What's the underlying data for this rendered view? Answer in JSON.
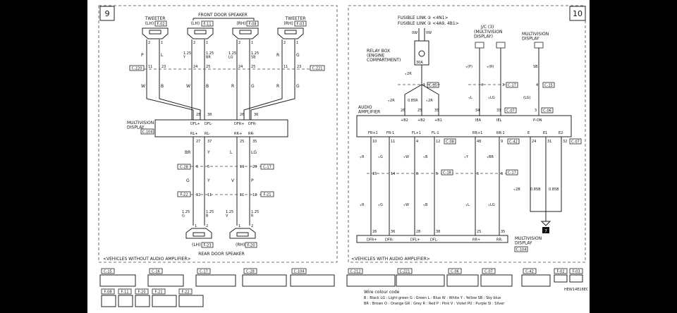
{
  "left_panel": {
    "panel_number": "9",
    "tweeter_lh": "TWEETER",
    "tweeter_lh_sub": "(LH)",
    "tweeter_lh_conn": "F-02",
    "front_door_speaker": "FRONT DOOR SPEAKER",
    "fds_lh": "(LH)",
    "fds_lh_conn": "F-11",
    "fds_rh": "(RH)",
    "fds_rh_conn": "F-08",
    "tweeter_rh": "TWEETER",
    "tweeter_rh_sub": "(RH)",
    "tweeter_rh_conn": "F-03",
    "pin_nums": [
      "2",
      "1",
      "2",
      "1",
      "2",
      "1",
      "2",
      "1"
    ],
    "wire_colors_top": [
      "P",
      "L",
      "1.25\nY",
      "1.25\nBR",
      "1.25\nLG",
      "1.25\nSB",
      "R",
      "G"
    ],
    "junction_left_pins": [
      "11",
      "23",
      "24",
      "25",
      "24",
      "25",
      "11",
      "23"
    ],
    "junction_left_conn": "C-220",
    "junction_right_conn": "C-221",
    "wire_colors_mid": [
      "W",
      "B",
      "W",
      "B",
      "R",
      "G",
      "R",
      "G"
    ],
    "mvd_pins_top": [
      "28",
      "38",
      "26",
      "36"
    ],
    "mvd_labels_top": [
      "DFL+",
      "DFL-",
      "DFR+",
      "DFR-"
    ],
    "mvd_title": "MULTIVISION\nDISPLAY",
    "mvd_conn": "C-104",
    "mvd_labels_bottom": [
      "RL+",
      "RL-",
      "RR+",
      "RR-"
    ],
    "mvd_pins_bottom": [
      "27",
      "37",
      "25",
      "35"
    ],
    "rear_colors_1": [
      "BR",
      "Y",
      "L",
      "LG"
    ],
    "rear_junction_a_pins": [
      "6",
      "5",
      "19",
      "20"
    ],
    "rear_junction_a_left": "C-28",
    "rear_junction_a_right": "C-17",
    "rear_colors_2": [
      "G",
      "Y",
      "V",
      "P"
    ],
    "rear_junction_b_pins": [
      "12",
      "11",
      "11",
      "12"
    ],
    "rear_junction_b_left": "F-22",
    "rear_junction_b_right": "F-21",
    "rear_colors_3": [
      "1.25\nG",
      "1.25\nB",
      "1.25\nV",
      "1.25\nR"
    ],
    "rear_pins": [
      "1",
      "2",
      "1",
      "2"
    ],
    "rds_lh": "(LH)",
    "rds_lh_conn": "F-23",
    "rds_rh": "(RH)",
    "rds_rh_conn": "F-20",
    "rear_door_speaker": "REAR DOOR SPEAKER",
    "footer": "<VEHICLES WITHOUT AUDIO AMPLIFIER>"
  },
  "right_panel": {
    "panel_number": "10",
    "fusible_link_1": "FUSIBLE LINK ② <4N1>",
    "fusible_link_2": "FUSIBLE LINK ② <4A9, 4B1>",
    "fl_wire": "0W",
    "fl_wire2": "0W",
    "relay_box": "RELAY BOX\n(ENGINE\nCOMPARTMENT)",
    "relay_amp": "30A",
    "jc": "J/C (3)",
    "mvd_top": "(MULTIVISION\nDISPLAY)",
    "mvd_right": "MULTIVISION\nDISPLAY",
    "wire_f2r": "⫟2R",
    "c15_pin": "1",
    "c15": "C-15",
    "jc_wires": [
      "⫟(P)",
      "⫟(R)"
    ],
    "jc_pins": [
      "4",
      "3"
    ],
    "c17": "C-17",
    "jc_wires2": [
      "⫟L",
      "⫟LG"
    ],
    "mvd_wire": "SB",
    "mvd_pin": "4",
    "c15b": "C-15",
    "mvd_wire2": "(LG)",
    "c06_pin": "3",
    "c06": "C-06",
    "amp_wires": [
      "⫟2R",
      "0.85R",
      "⫟2R"
    ],
    "amp_pins_top": [
      "26",
      "25",
      "35",
      "34",
      "33"
    ],
    "amp_pins_top_r": "3",
    "c07": "C-07",
    "amp_title": "AUDIO\nAMPLIFIER",
    "amp_terms_top": [
      "+B2",
      "+B2",
      "+B1",
      "IEA",
      "IEL",
      "P-ON"
    ],
    "amp_terms_bottom": [
      "FR+1",
      "FR-1",
      "FL+1",
      "FL-1",
      "RR+1",
      "RR-1",
      "E",
      "E1",
      "E2"
    ],
    "amp_pins_bottom": [
      "10",
      "11",
      "4",
      "12",
      "48",
      "9",
      "24",
      "31",
      "32"
    ],
    "c08": "C-08",
    "c42": "C-42",
    "c07b": "C-07",
    "col_wires_1": [
      "⫟R",
      "⫟G",
      "⫟W",
      "⫟B",
      "⫟Y",
      "⫟BR"
    ],
    "junction_pins": [
      "15",
      "14",
      "6",
      "5",
      "5",
      "6"
    ],
    "c18": "C-18",
    "c17b": "C-17",
    "ground_wires": [
      "⫟2B",
      "0.85B",
      "0.85B"
    ],
    "ground_label": "7",
    "col_wires_2": [
      "⫟R",
      "⫟G",
      "⫟W",
      "⫟B",
      "⫟L",
      "⫟LG"
    ],
    "mvd_pins": [
      "26",
      "36",
      "28",
      "38",
      "25",
      "35"
    ],
    "mvd_terms": [
      "DFR+",
      "DFR-",
      "DFL+",
      "DFL-",
      "RR+",
      "RR-"
    ],
    "mvd_bottom": "MULTIVISION\nDISPLAY",
    "mvd_bottom_conn": "C-104",
    "footer": "<VEHICLES WITH AUDIO AMPLIFIER>"
  },
  "legend": {
    "left_connectors_row1": [
      "C-15",
      "C-16",
      "C-17",
      "C-28",
      "C-104"
    ],
    "left_connectors_row2": [
      "F-08",
      "F-11",
      "F-20",
      "F-21",
      "F-22"
    ],
    "right_connectors_row1": [
      "C-212",
      "C-221",
      "C-06",
      "C-07",
      "C-42",
      "F-02",
      "F-03"
    ],
    "wire_colour_title": "Wire colour code",
    "wire_colour_line1": "B : Black   LG : Light green   G : Green   L : Blue   W : White   Y : Yellow   SB : Sky blue",
    "wire_colour_line2": "BR : Brown   O : Orange   GR : Grey   R : Red   P : Pink   V : Violet   PU : Purple   SI : Silver",
    "code": "HEW14E16EC"
  }
}
